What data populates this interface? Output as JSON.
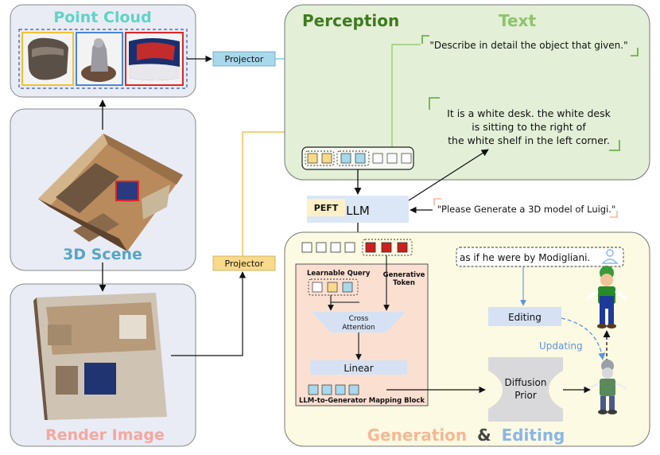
{
  "panels": {
    "point_cloud": {
      "title": "Point Cloud"
    },
    "scene": {
      "title": "3D Scene"
    },
    "render": {
      "title": "Render Image"
    },
    "perception": {
      "title": "Perception",
      "text_title": "Text"
    },
    "generation": {
      "title_part1": "Generation",
      "ampersand": "&",
      "title_part2": "Editing"
    }
  },
  "projectors": {
    "top": "Projector",
    "bottom": "Projector"
  },
  "llm": {
    "label": "LLM",
    "peft": "PEFT"
  },
  "quotes": {
    "question": "\"Describe in detail the object that given.\"",
    "answer_line1": "It is a white desk. the white desk",
    "answer_line2": "is sitting to the right of",
    "answer_line3": "the white shelf in the left corner.",
    "generate": "\"Please Generate a 3D model of Luigi.\"",
    "edit_prompt": "as if he were by Modigliani."
  },
  "mapping_block": {
    "learnable_query": "Learnable Query",
    "generative_line1": "Generative",
    "generative_line2": "Token",
    "cross_line1": "Cross",
    "cross_line2": "Attention",
    "linear": "Linear",
    "title": "LLM-to-Generator Mapping Block"
  },
  "editing": {
    "label": "Editing",
    "updating": "Updating"
  },
  "diffusion": {
    "line1": "Diffusion",
    "line2": "Prior"
  },
  "colors": {
    "teal_title": "#5fd3c6",
    "blue_title": "#58a4c8",
    "pink_title": "#f4a7a0",
    "perception_green": "#3f7a1e",
    "text_green": "#8cc46a",
    "generation_orange": "#f5b896",
    "editing_blue": "#8ab6e8",
    "token_yellow": "#f9d98a",
    "token_blue": "#a8d8ec",
    "token_red": "#cc1f1f",
    "llm_box": "#dbe6f6",
    "mapping_bg": "#fbe0d2",
    "panel_grey": "#e9ecf4",
    "perception_bg": "#e3efd7",
    "generation_bg": "#fcfae2"
  }
}
